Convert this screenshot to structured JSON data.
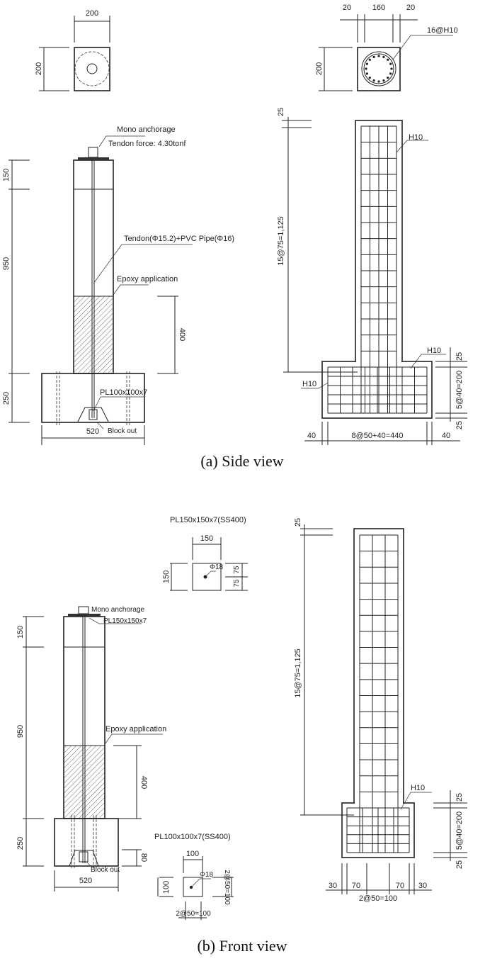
{
  "side_view": {
    "caption": "(a) Side view",
    "section_left": {
      "dim_top": "200",
      "dim_left": "200"
    },
    "section_right": {
      "dim_top": [
        "20",
        "160",
        "20"
      ],
      "dim_left": "200",
      "rebar_label": "16@H10"
    },
    "elevation": {
      "mono_anchorage": "Mono anchorage",
      "tendon_force": "Tendon force: 4.30tonf",
      "tendon": "Tendon(Φ15.2)+PVC Pipe(Φ16)",
      "epoxy": "Epoxy application",
      "plate": "PL100x100x7",
      "block_out": "Block out",
      "dims_left": [
        "150",
        "950",
        "250"
      ],
      "dim_epoxy": "400",
      "dim_width": "520"
    },
    "rebar": {
      "dim_top": "25",
      "dim_column": "15@75=1,125",
      "dims_right": [
        "25",
        "5@40=200",
        "25"
      ],
      "dims_bottom": [
        "40",
        "8@50+40=440",
        "40"
      ],
      "labels": [
        "H10",
        "H10",
        "H10"
      ]
    }
  },
  "front_view": {
    "caption": "(b) Front view",
    "top_plate": {
      "title": "PL150x150x7(SS400)",
      "dim_top": "150",
      "dim_left": "150",
      "dims_right": [
        "75",
        "75"
      ],
      "hole": "Φ18"
    },
    "elevation": {
      "mono_anchorage": "Mono anchorage",
      "plate": "PL150x150x7",
      "epoxy": "Epoxy application",
      "block_out": "Block out",
      "dims_left": [
        "150",
        "950",
        "250"
      ],
      "dim_epoxy": "400",
      "dim_80": "80",
      "dim_width": "520"
    },
    "bottom_plate": {
      "title": "PL100x100x7(SS400)",
      "dim_top": "100",
      "dim_left": "100",
      "dim_right": "2@50=100",
      "dim_bottom": "2@50=100",
      "hole": "Φ18"
    },
    "rebar": {
      "dim_top": "25",
      "dim_column": "15@75=1,125",
      "dims_right": [
        "25",
        "5@40=200",
        "25"
      ],
      "dims_bottom": [
        "30",
        "70",
        "70",
        "30"
      ],
      "dim_bottom_total": "2@50=100",
      "label": "H10"
    }
  }
}
